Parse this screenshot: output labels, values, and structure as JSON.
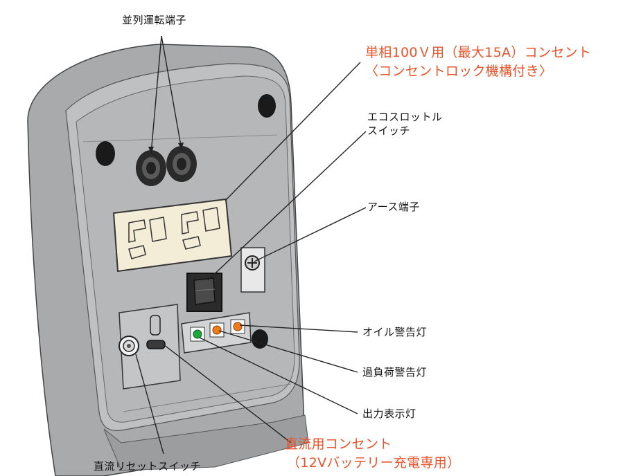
{
  "colors": {
    "accent": "#e8542b",
    "label_text": "#111111",
    "leader_line": "#222222",
    "panel_fill": "#b8b9bb",
    "panel_outline": "#444444",
    "outlet_plate": "#f3ecd6",
    "indicator_green": "#1fa83a",
    "indicator_orange": "#f07b1b"
  },
  "labels": {
    "parallel_terminal": "並列運転端子",
    "ac_outlet_line1": "単相100Ｖ用（最大15A）コンセント",
    "ac_outlet_line2": "〈コンセントロック機構付き〉",
    "eco_switch_line1": "エコスロットル",
    "eco_switch_line2": "スイッチ",
    "earth_terminal": "アース端子",
    "oil_warning": "オイル警告灯",
    "overload_warning": "過負荷警告灯",
    "output_indicator": "出力表示灯",
    "dc_outlet_line1": "直流用コンセント",
    "dc_outlet_line2": "（12Vバッテリー充電専用）",
    "dc_reset_switch": "直流リセットスイッチ"
  },
  "indicators": [
    {
      "id": "output",
      "color_key": "indicator_green"
    },
    {
      "id": "overload",
      "color_key": "indicator_orange"
    },
    {
      "id": "oil",
      "color_key": "indicator_orange"
    }
  ]
}
